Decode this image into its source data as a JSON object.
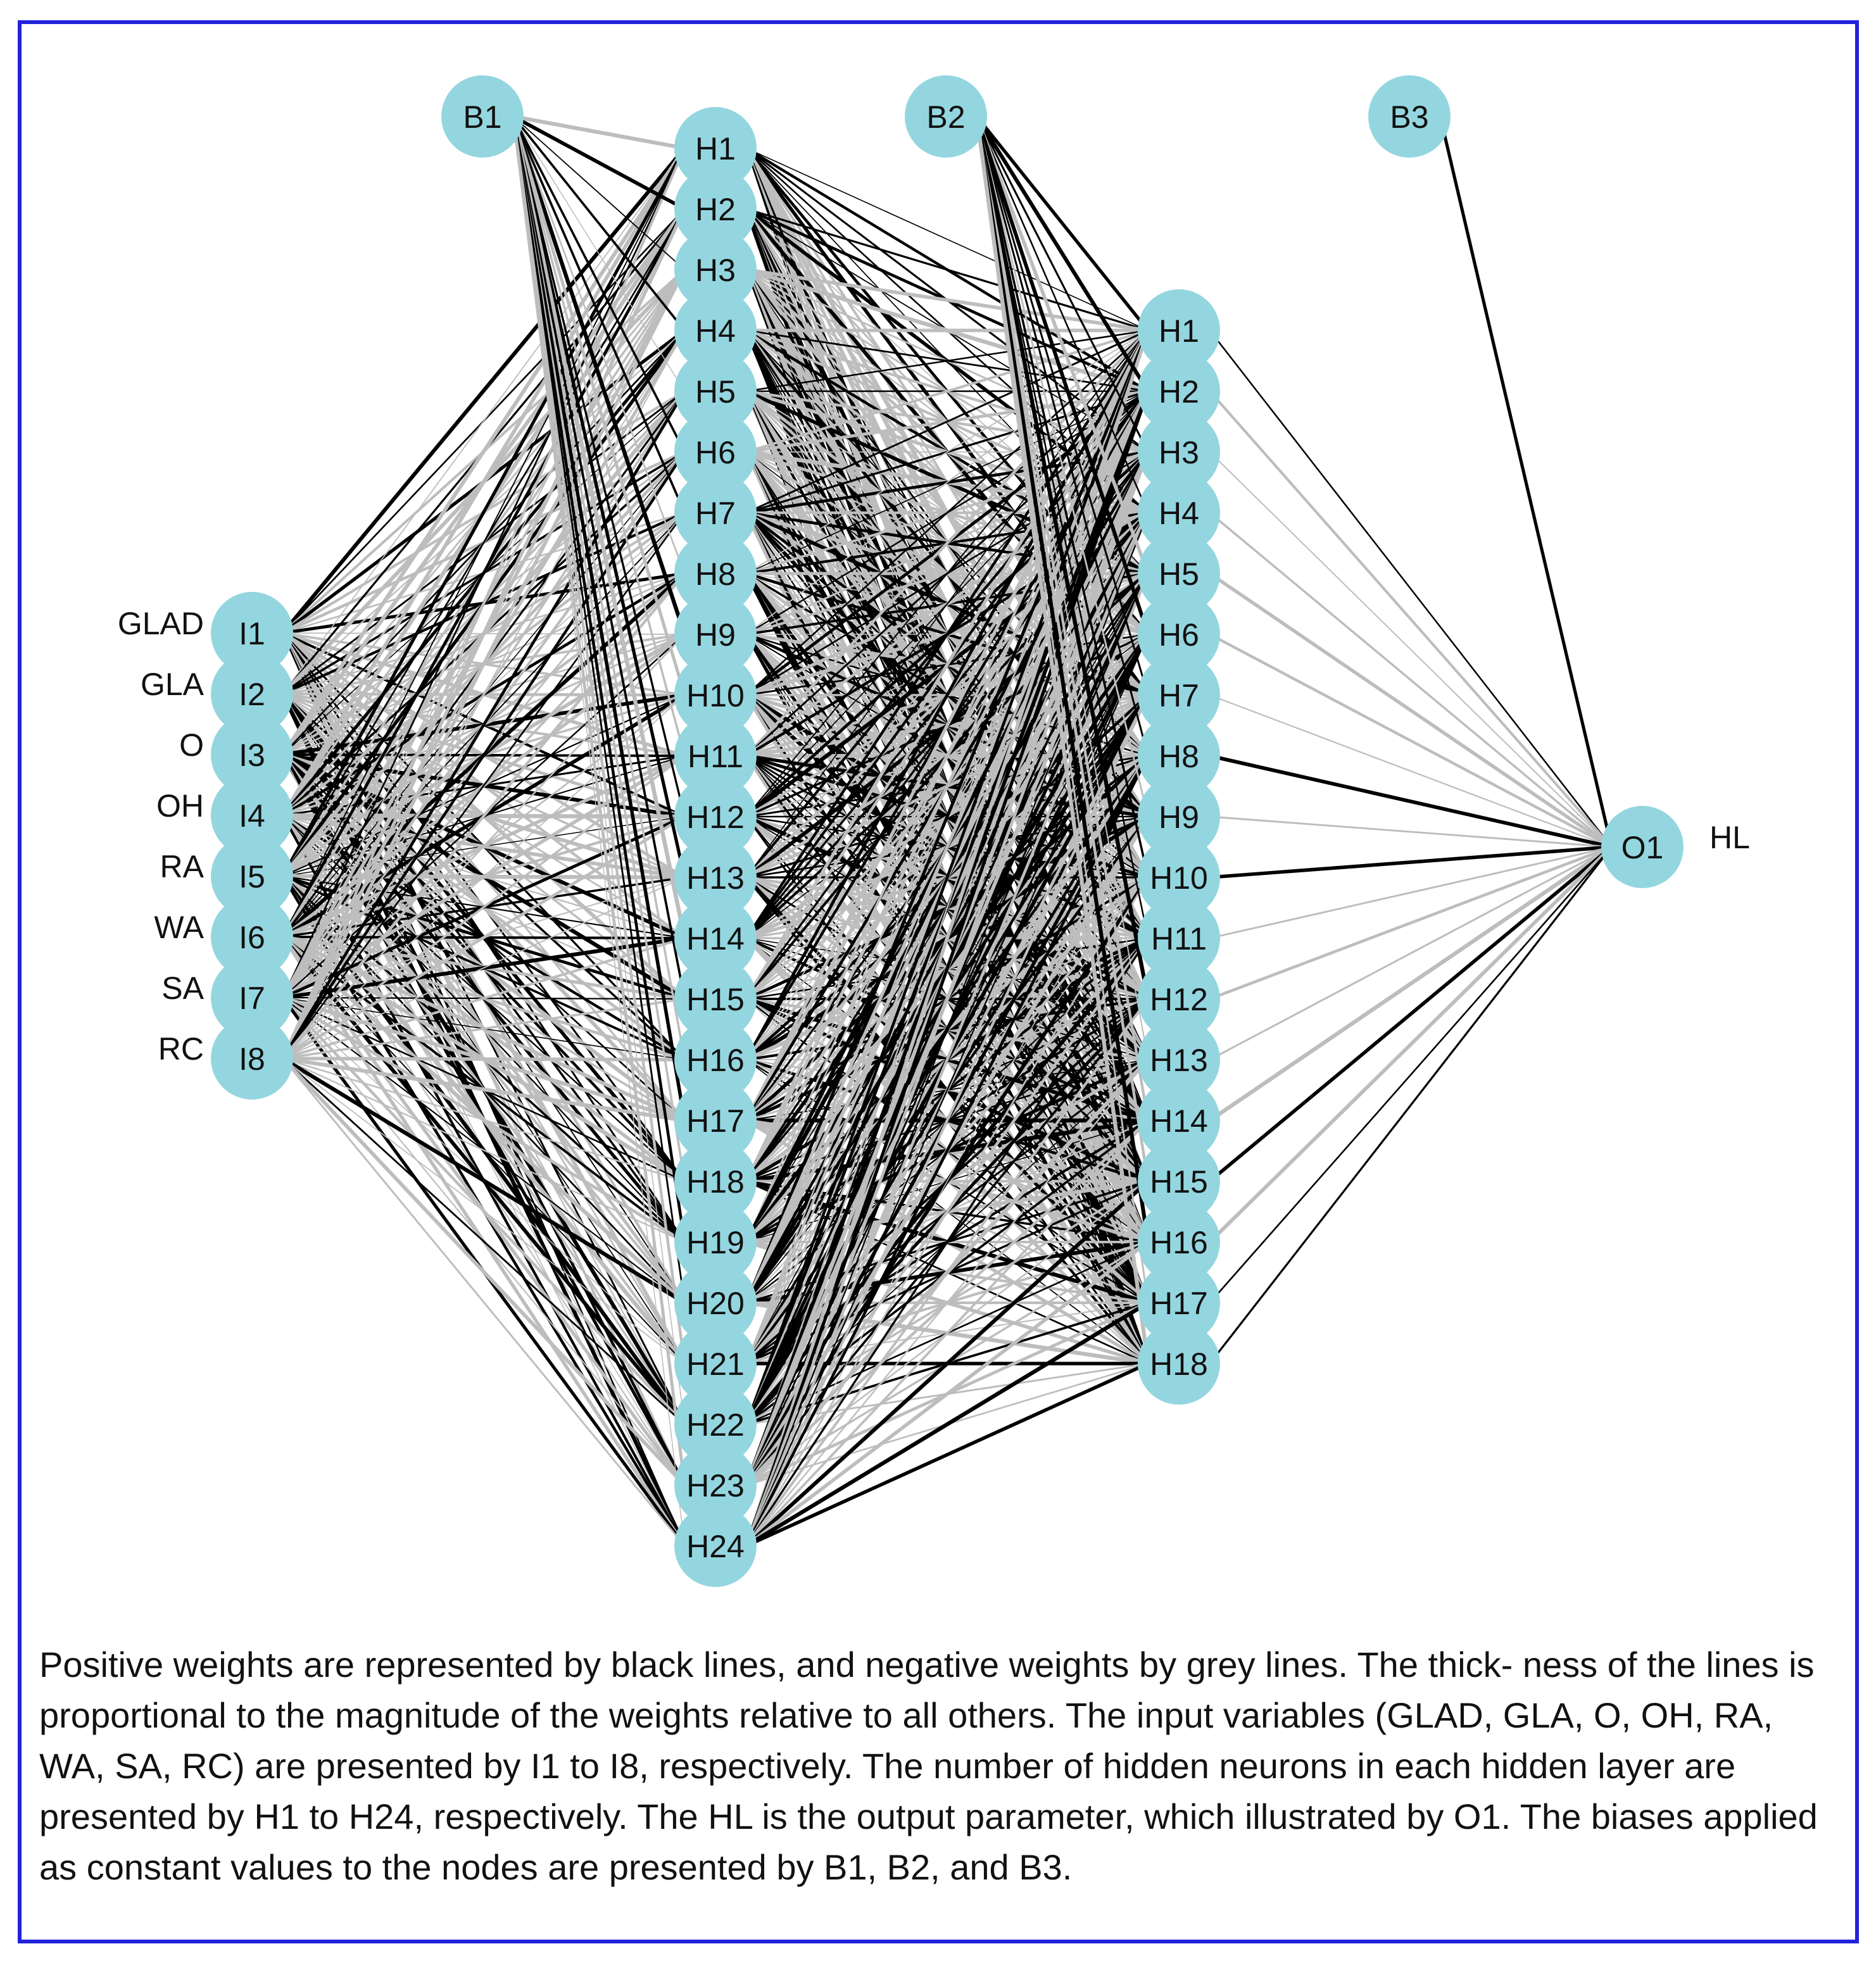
{
  "colors": {
    "node_fill": "#94d6e0",
    "positive_weight": "#000000",
    "negative_weight": "#bdbdbd",
    "border": "#2222dd"
  },
  "network": {
    "biases": [
      "B1",
      "B2",
      "B3"
    ],
    "input_nodes": [
      "I1",
      "I2",
      "I3",
      "I4",
      "I5",
      "I6",
      "I7",
      "I8"
    ],
    "input_variables": [
      "GLAD",
      "GLA",
      "O",
      "OH",
      "RA",
      "WA",
      "SA",
      "RC"
    ],
    "hidden_layer_1": [
      "H1",
      "H2",
      "H3",
      "H4",
      "H5",
      "H6",
      "H7",
      "H8",
      "H9",
      "H10",
      "H11",
      "H12",
      "H13",
      "H14",
      "H15",
      "H16",
      "H17",
      "H18",
      "H19",
      "H20",
      "H21",
      "H22",
      "H23",
      "H24"
    ],
    "hidden_layer_2": [
      "H1",
      "H2",
      "H3",
      "H4",
      "H5",
      "H6",
      "H7",
      "H8",
      "H9",
      "H10",
      "H11",
      "H12",
      "H13",
      "H14",
      "H15",
      "H16",
      "H17",
      "H18"
    ],
    "output_nodes": [
      "O1"
    ],
    "output_variable": "HL"
  },
  "caption": "Positive weights are represented by black lines, and negative weights by grey lines. The thick- ness of the lines is proportional to the magnitude of the weights relative to all others. The input variables (GLAD, GLA, O, OH, RA, WA, SA, RC) are presented by I1 to I8, respectively. The number of hidden neurons in each hidden layer are presented by H1 to H24, respectively. The HL is the output parameter, which illustrated by O1. The biases applied as constant values to the nodes are presented by B1, B2, and B3."
}
